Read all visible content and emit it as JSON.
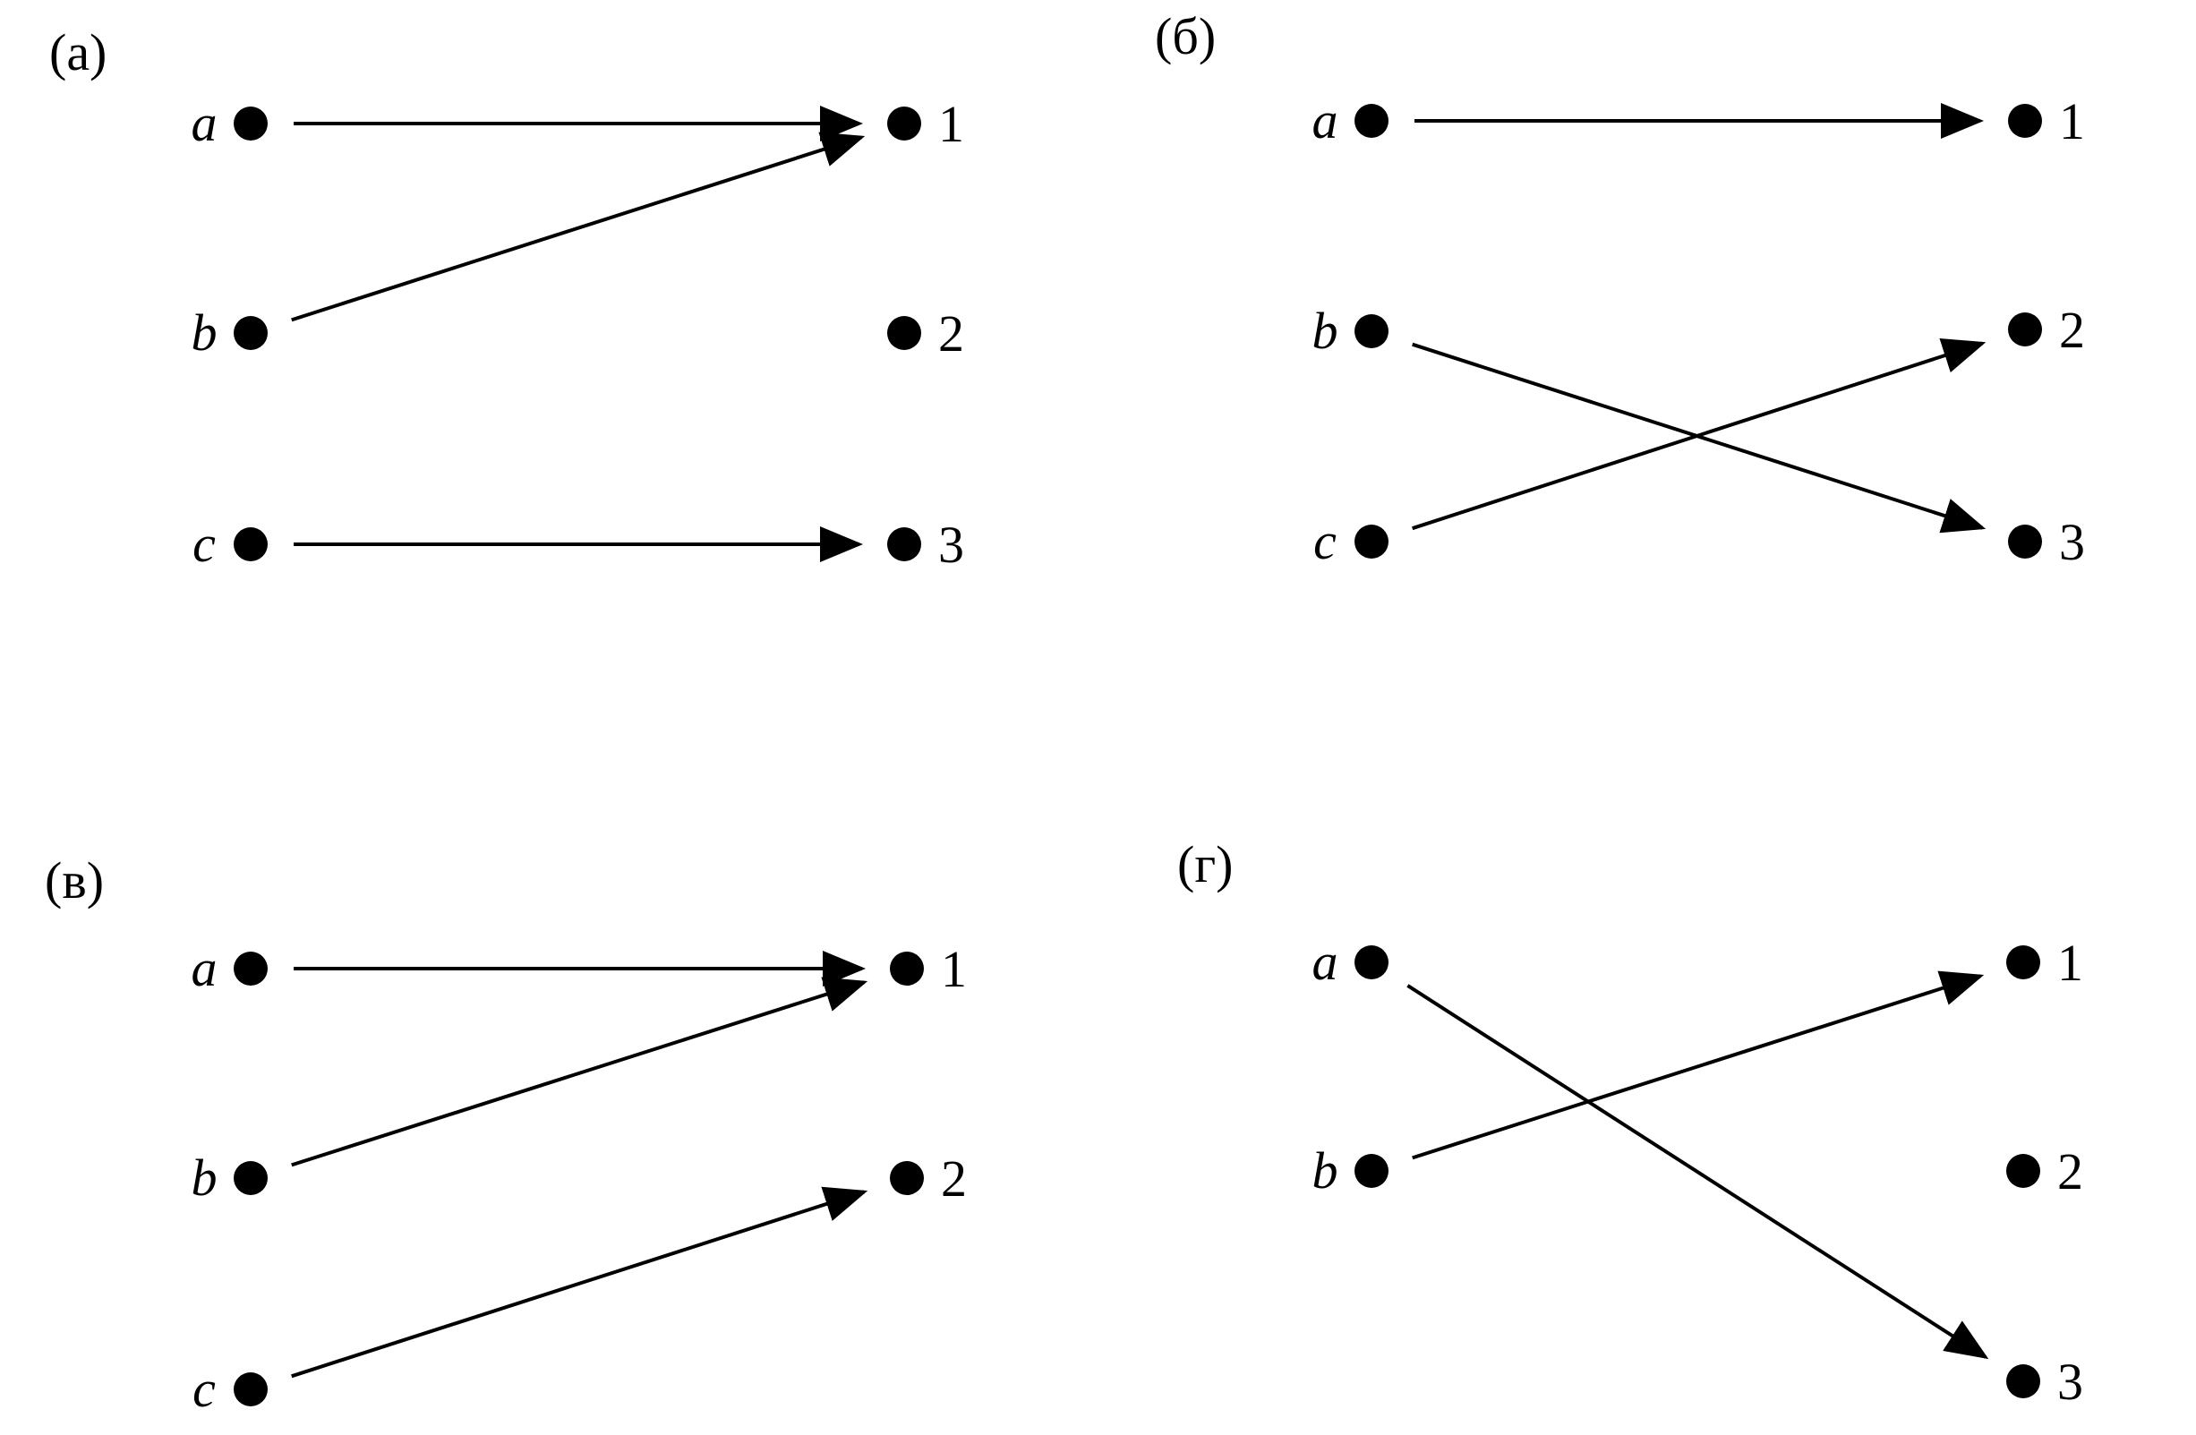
{
  "panels": [
    {
      "label": "(а)",
      "left_nodes": [
        "a",
        "b",
        "c"
      ],
      "right_nodes": [
        "1",
        "2",
        "3"
      ],
      "edges": [
        [
          "a",
          "1"
        ],
        [
          "b",
          "1"
        ],
        [
          "c",
          "3"
        ]
      ]
    },
    {
      "label": "(б)",
      "left_nodes": [
        "a",
        "b",
        "c"
      ],
      "right_nodes": [
        "1",
        "2",
        "3"
      ],
      "edges": [
        [
          "a",
          "1"
        ],
        [
          "b",
          "3"
        ],
        [
          "c",
          "2"
        ]
      ]
    },
    {
      "label": "(в)",
      "left_nodes": [
        "a",
        "b",
        "c"
      ],
      "right_nodes": [
        "1",
        "2"
      ],
      "edges": [
        [
          "a",
          "1"
        ],
        [
          "b",
          "1"
        ],
        [
          "c",
          "2"
        ]
      ]
    },
    {
      "label": "(г)",
      "left_nodes": [
        "a",
        "b"
      ],
      "right_nodes": [
        "1",
        "2",
        "3"
      ],
      "edges": [
        [
          "a",
          "3"
        ],
        [
          "b",
          "1"
        ]
      ]
    }
  ]
}
